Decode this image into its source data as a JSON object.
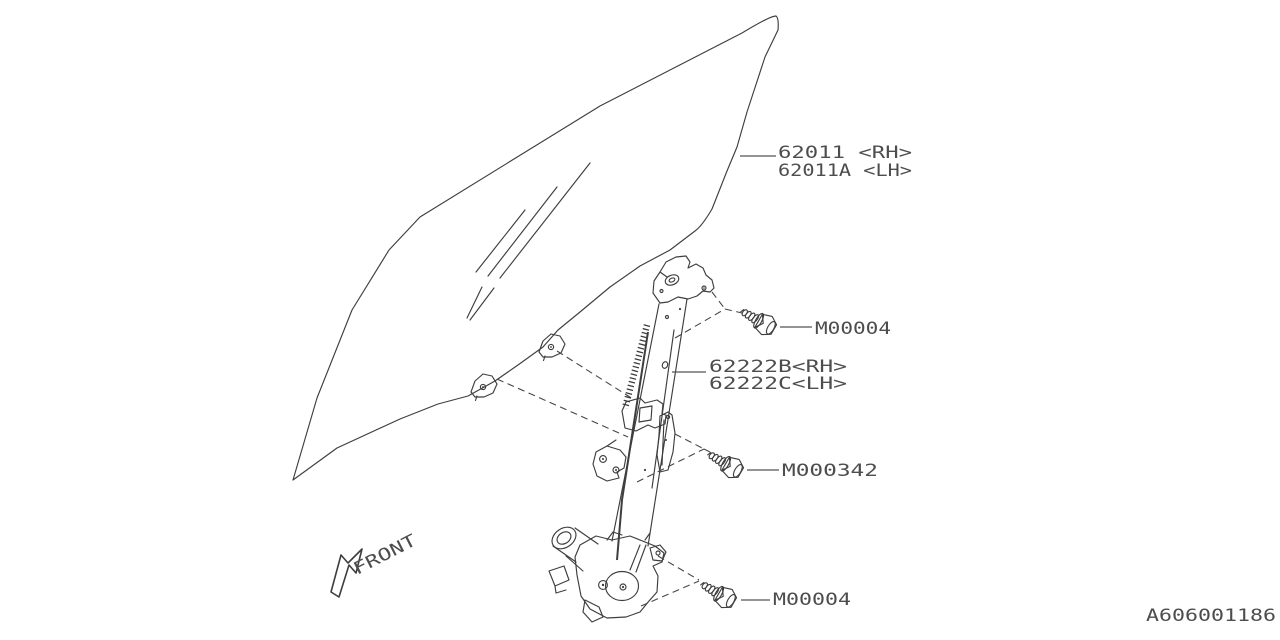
{
  "figure": {
    "type": "parts-diagram",
    "subject": "door glass and window regulator assembly",
    "background_color": "#ffffff",
    "line_color": "#3e3e3e",
    "text_color": "#4d4d4d",
    "labels": {
      "glass_line1": "62011  <RH>",
      "glass_line2": "62011A <LH>",
      "bolt_upper": "M00004",
      "regulator_line1": "62222B<RH>",
      "regulator_line2": "62222C<LH>",
      "bolt_middle": "M000342",
      "bolt_lower": "M00004",
      "front": "FRONT",
      "figure_code": "A606001186"
    }
  }
}
